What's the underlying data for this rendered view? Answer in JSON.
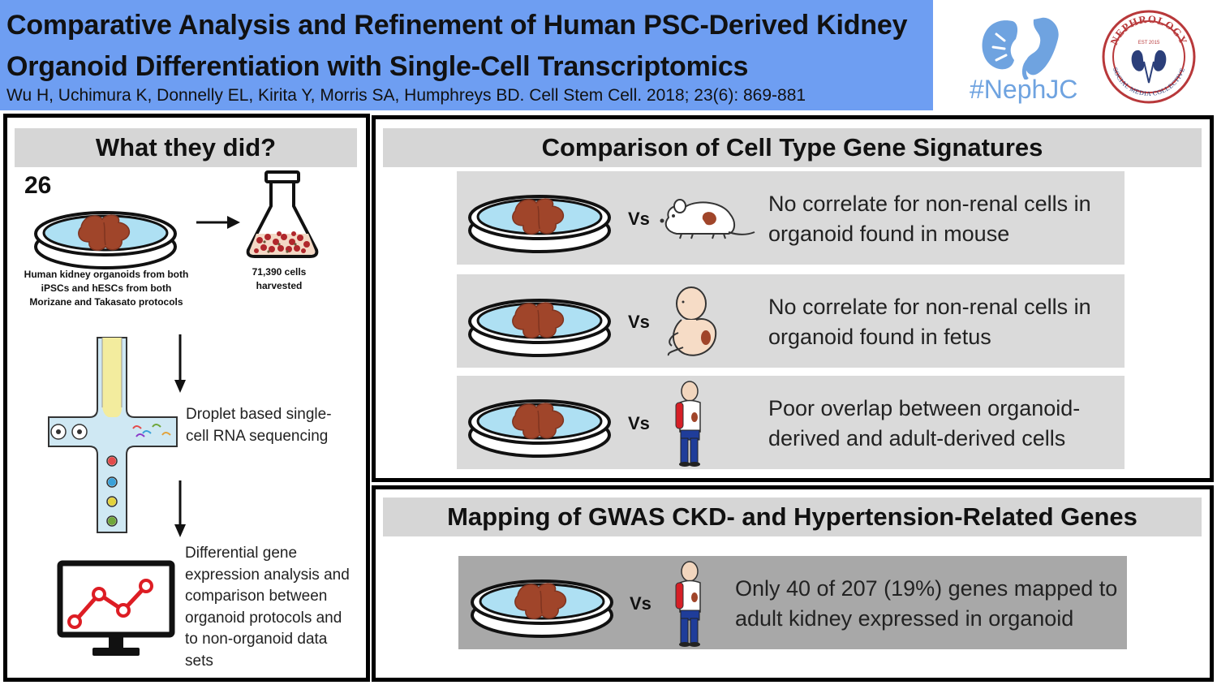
{
  "header": {
    "title": "Comparative Analysis and Refinement of Human PSC-Derived Kidney Organoid Differentiation with Single-Cell Transcriptomics",
    "citation": "Wu H, Uchimura K, Donnelly EL, Kirita Y, Morris SA, Humphreys BD. Cell Stem Cell. 2018; 23(6): 869-881",
    "bg_color": "#6e9ef2"
  },
  "logos": {
    "nephjc_label": "#NephJC",
    "seal_top": "NEPHROLOGY",
    "seal_est": "EST 2015",
    "seal_bottom": "SOCIAL MEDIA COLLECTIVE",
    "accent": "#6fa3e0",
    "seal_color": "#b8383a"
  },
  "left_panel": {
    "heading": "What they did?",
    "organoid_count": "26",
    "organoid_caption": "Human kidney organoids from both iPSCs and hESCs from both Morizane  and Takasato protocols",
    "cells_caption": "71,390 cells harvested",
    "step1": "Droplet based single-cell RNA sequencing",
    "step2": "Differential gene expression analysis and comparison between organoid protocols and to non-organoid data sets"
  },
  "comparison": {
    "heading": "Comparison of Cell Type Gene Signatures",
    "rows": [
      {
        "vs": "Vs",
        "subject_icon": "mouse-icon",
        "text": "No correlate for non-renal cells in organoid found in mouse"
      },
      {
        "vs": "Vs",
        "subject_icon": "fetus-icon",
        "text": "No correlate for non-renal cells in organoid found in fetus"
      },
      {
        "vs": "Vs",
        "subject_icon": "adult-icon",
        "text": "Poor overlap between organoid-derived and adult-derived cells"
      }
    ]
  },
  "gwas": {
    "heading": "Mapping of GWAS CKD- and Hypertension-Related Genes",
    "row": {
      "vs": "Vs",
      "subject_icon": "adult-icon",
      "text": "Only 40 of 207 (19%) genes mapped to adult kidney expressed in organoid"
    }
  },
  "colors": {
    "kidney": "#a0452a",
    "dish_fill": "#aee0f3",
    "cell_red": "#b0272c",
    "line_chart": "#dd1d24"
  }
}
